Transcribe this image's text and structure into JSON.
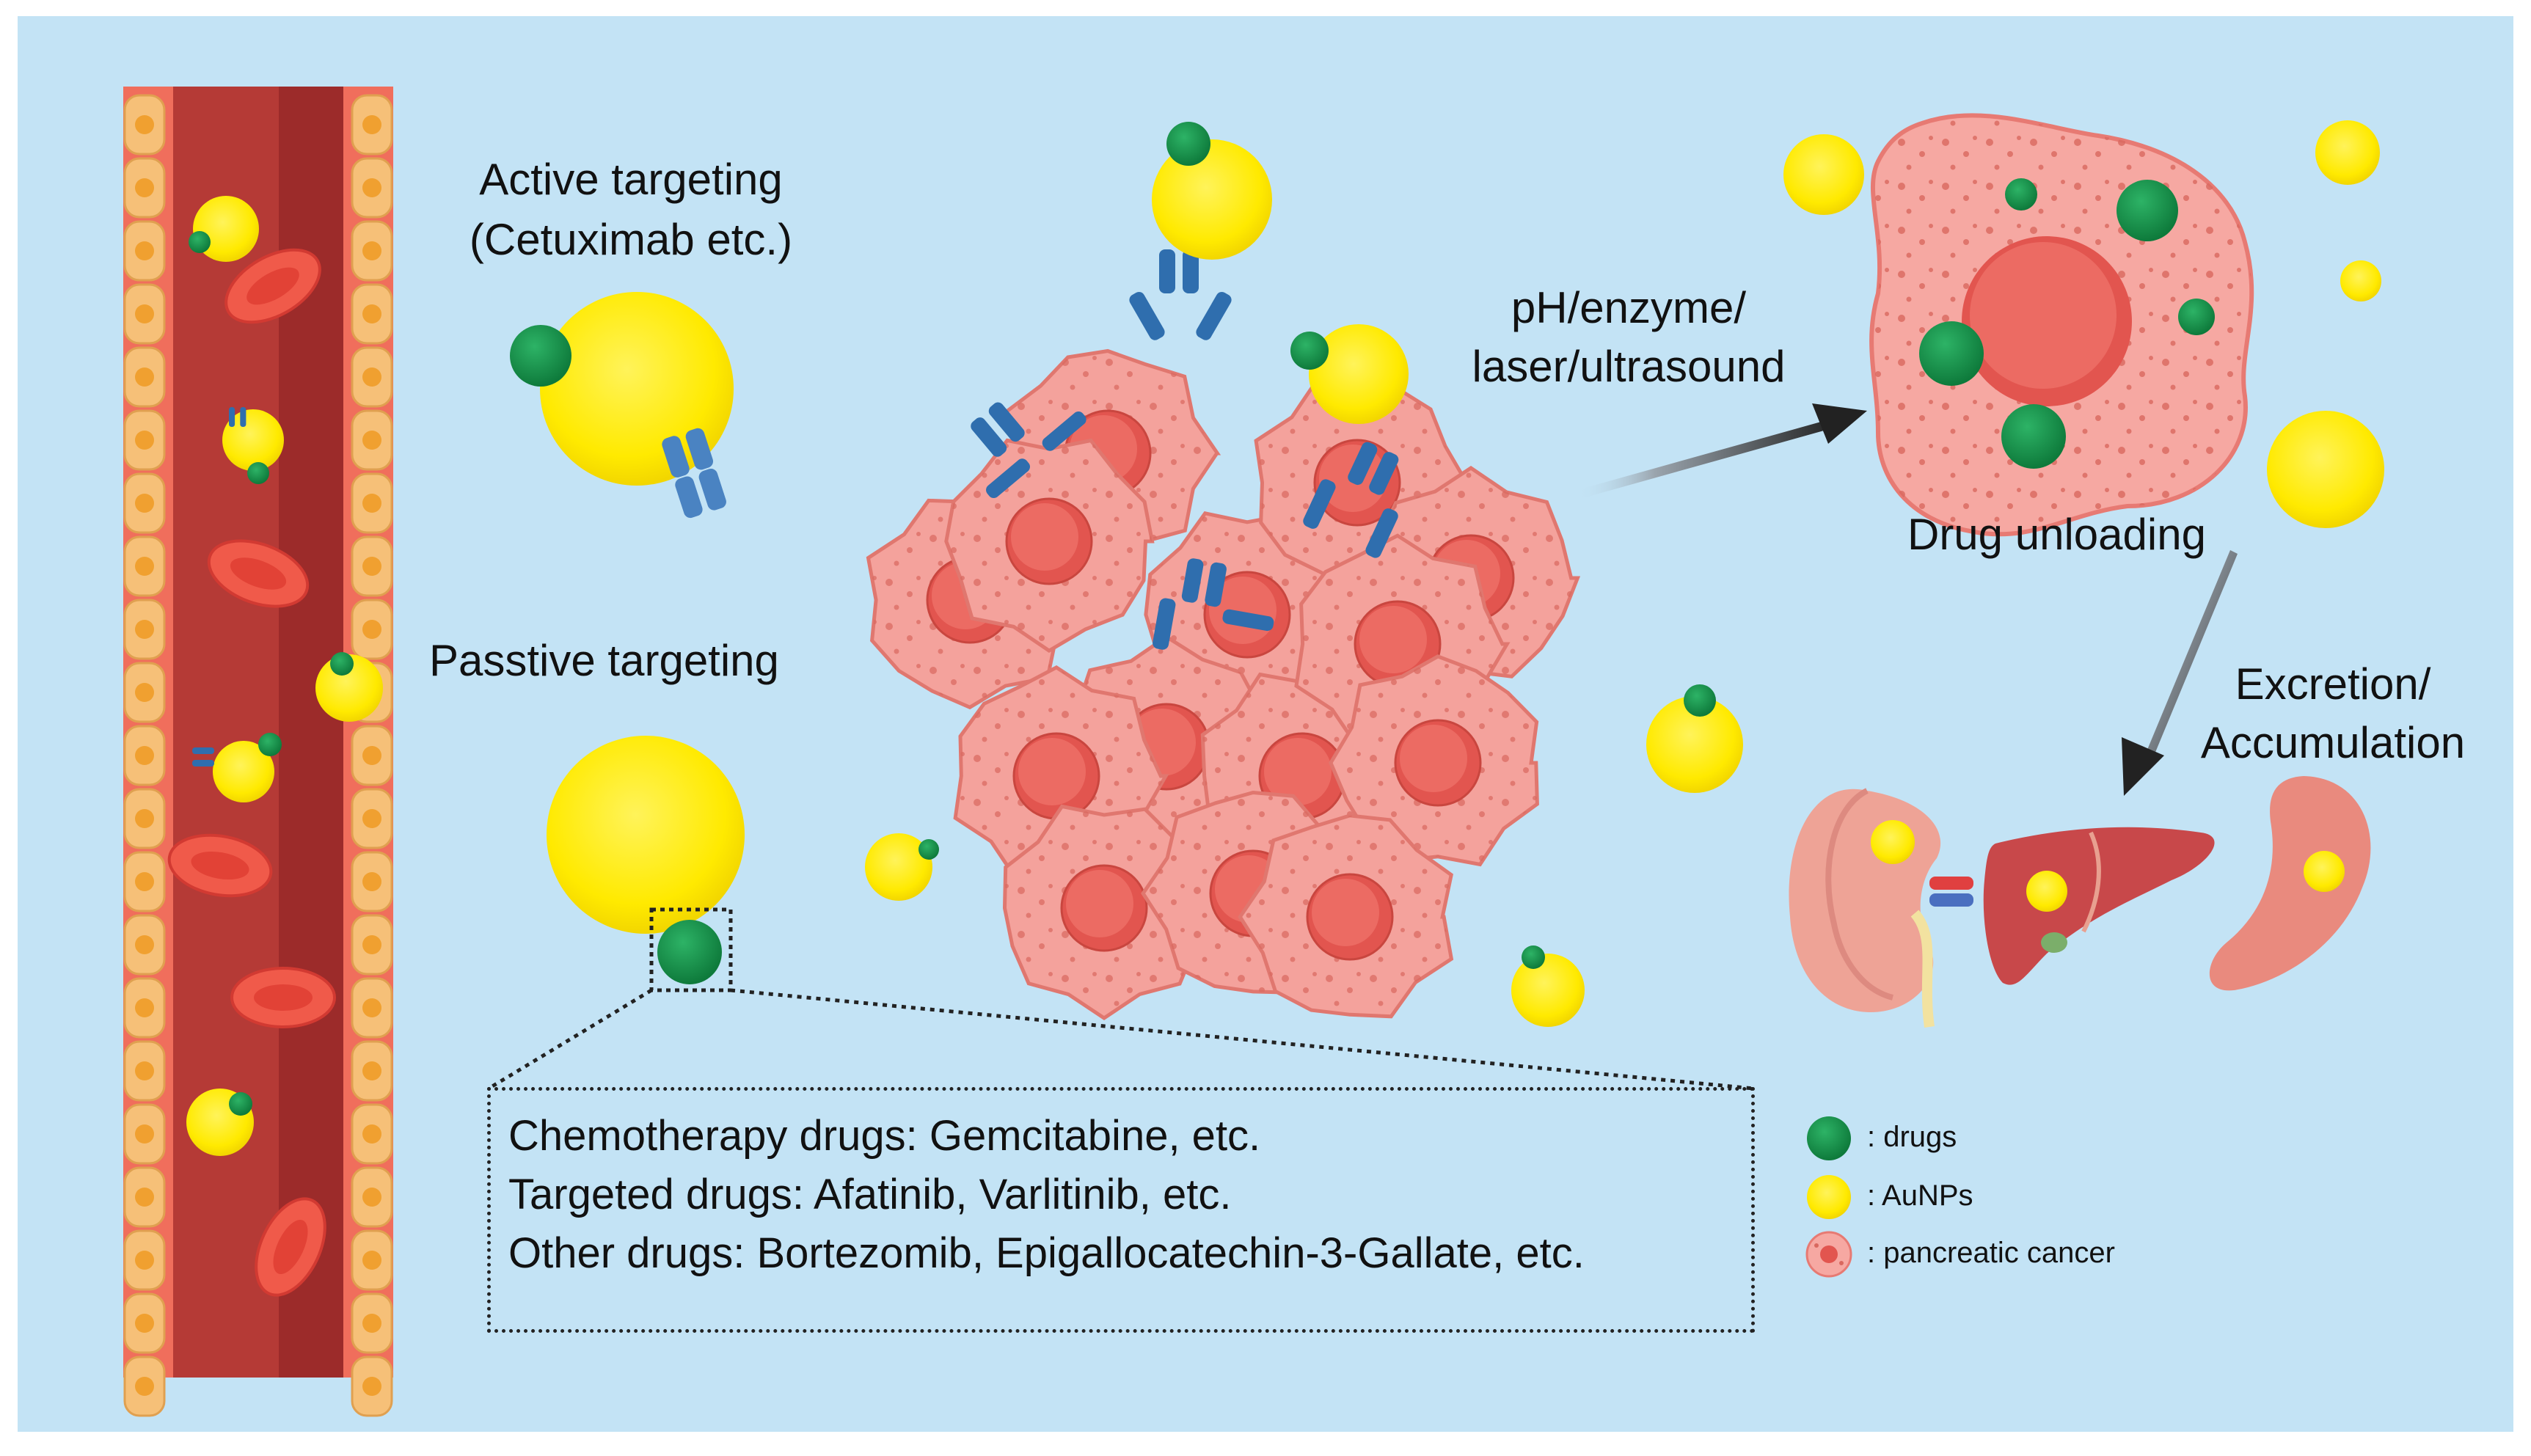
{
  "labels": {
    "active_targeting": "Active targeting",
    "active_targeting_example": "(Cetuximab etc.)",
    "passive_targeting": "Passtive targeting",
    "trigger_line1": "pH/enzyme/",
    "trigger_line2": "laser/ultrasound",
    "drug_unloading": "Drug unloading",
    "excretion_line1": "Excretion/",
    "excretion_line2": "Accumulation"
  },
  "drug_box": {
    "line1": "Chemotherapy drugs: Gemcitabine, etc.",
    "line2": "Targeted drugs: Afatinib, Varlitinib, etc.",
    "line3": "Other drugs: Bortezomib, Epigallocatechin-3-Gallate, etc."
  },
  "legend": {
    "drugs": ": drugs",
    "aunps": ": AuNPs",
    "cancer": ": pancreatic cancer"
  },
  "colors": {
    "background": "#c3e3f5",
    "drug": "#16924a",
    "aunp": "#ffec00",
    "vessel": "#b53a36",
    "cell": "#f4a29c",
    "nucleus": "#e4605a",
    "antibody": "#2f6eae"
  }
}
